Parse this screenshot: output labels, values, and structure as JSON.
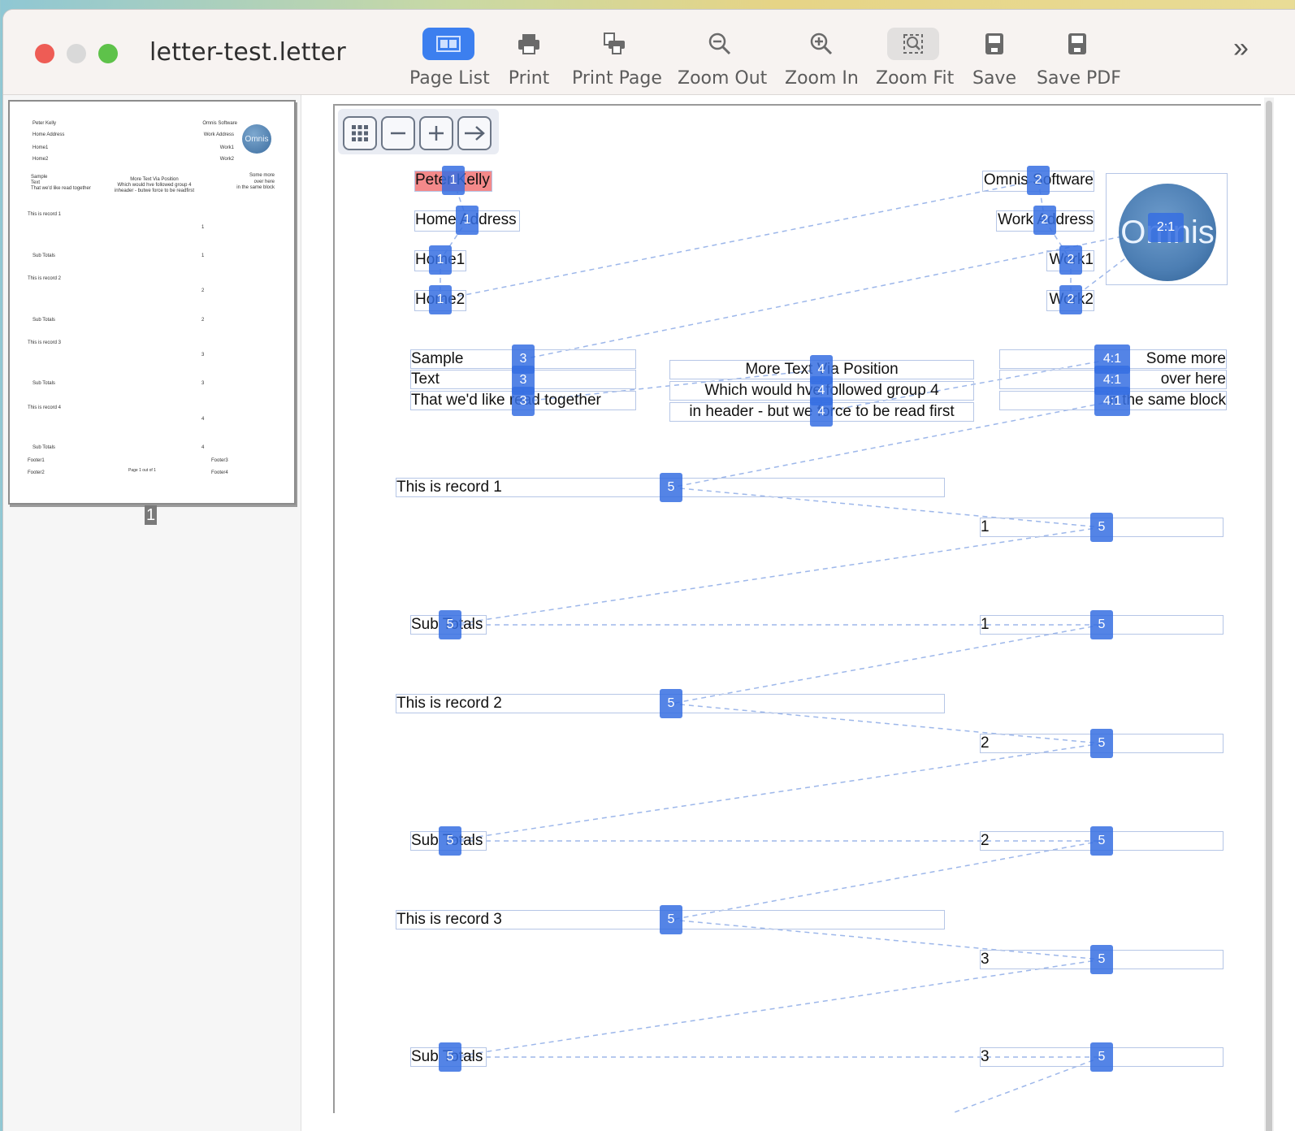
{
  "window": {
    "title": "letter-test.letter"
  },
  "toolbar": {
    "page_list": "Page List",
    "print": "Print",
    "print_page": "Print Page",
    "zoom_out": "Zoom Out",
    "zoom_in": "Zoom In",
    "zoom_fit": "Zoom Fit",
    "save": "Save",
    "save_pdf": "Save PDF"
  },
  "colors": {
    "accent": "#3c7fef",
    "badge": "#4a79e0",
    "field_border": "#b6c6e6",
    "highlight": "#f28a8a"
  },
  "sidebar": {
    "page_number": "1",
    "thumb": {
      "name": "Peter Kelly",
      "home_address": "Home Address",
      "home1": "Home1",
      "home2": "Home2",
      "company": "Omnis Software",
      "work_address": "Work Address",
      "work1": "Work1",
      "work2": "Work2",
      "logo": "Omnis",
      "sample": "Sample",
      "text": "Text",
      "read_together": "That we'd like read together",
      "more1": "More Text Via Position",
      "more2": "Which would hve followed group 4",
      "more3": "inheader - butwe force to be readfirst",
      "some1": "Some more",
      "some2": "over here",
      "some3": "in the same block",
      "rec1": "This is record 1",
      "rec2": "This is record 2",
      "rec3": "This is record 3",
      "rec4": "This is record 4",
      "sub": "Sub Totals",
      "v1": "1",
      "v2": "2",
      "v3": "3",
      "v4": "4",
      "footer1": "Footer1",
      "footer2": "Footer2",
      "footer3": "Footer3",
      "footer4": "Footer4",
      "page_of": "Page 1 out of 1"
    }
  },
  "doc": {
    "name": "Peter Kelly",
    "home_address": "Home Address",
    "home1": "Home1",
    "home2": "Home2",
    "company": "Omnis Software",
    "work_address": "Work Address",
    "work1": "Work1",
    "work2": "Work2",
    "logo_text": "Omnis",
    "sample": "Sample",
    "text": "Text",
    "read_together": "That we'd like read together",
    "more1": "More Text Via Position",
    "more2": "Which would hve followed group 4",
    "more3": "in header - but we force to be read first",
    "some1": "Some more",
    "some2": "over here",
    "some3": "in the same block",
    "rec1": "This is record 1",
    "rec2": "This is record 2",
    "rec3": "This is record 3",
    "sub_totals": "Sub Totals",
    "val1": "1",
    "val2": "2",
    "val3": "3",
    "b1": "1",
    "b2": "2",
    "b3": "3",
    "b4": "4",
    "b5": "5",
    "b21": "2:1",
    "b41": "4:1"
  }
}
